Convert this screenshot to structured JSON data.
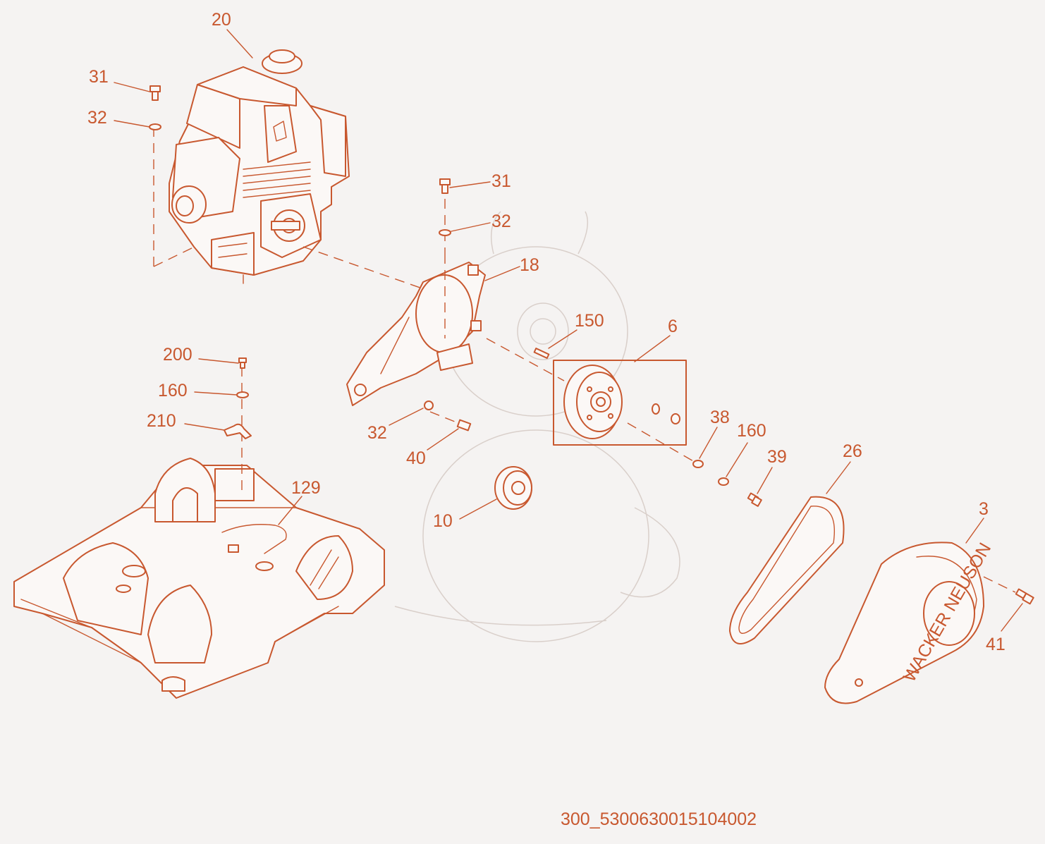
{
  "drawing_code": "300_5300630015104002",
  "callouts": [
    {
      "id": "c20",
      "text": "20"
    },
    {
      "id": "c31a",
      "text": "31"
    },
    {
      "id": "c32a",
      "text": "32"
    },
    {
      "id": "c31b",
      "text": "31"
    },
    {
      "id": "c32b",
      "text": "32"
    },
    {
      "id": "c18",
      "text": "18"
    },
    {
      "id": "c150",
      "text": "150"
    },
    {
      "id": "c6",
      "text": "6"
    },
    {
      "id": "c200",
      "text": "200"
    },
    {
      "id": "c160a",
      "text": "160"
    },
    {
      "id": "c210",
      "text": "210"
    },
    {
      "id": "c32c",
      "text": "32"
    },
    {
      "id": "c40",
      "text": "40"
    },
    {
      "id": "c38",
      "text": "38"
    },
    {
      "id": "c160b",
      "text": "160"
    },
    {
      "id": "c39",
      "text": "39"
    },
    {
      "id": "c26",
      "text": "26"
    },
    {
      "id": "c129",
      "text": "129"
    },
    {
      "id": "c10",
      "text": "10"
    },
    {
      "id": "c3",
      "text": "3"
    },
    {
      "id": "c41",
      "text": "41"
    }
  ],
  "brand_mark_text": "WACKER NEUSON",
  "colors": {
    "line": "#c8582f",
    "background": "#f5f3f2",
    "watermark": "#d9cfca"
  }
}
